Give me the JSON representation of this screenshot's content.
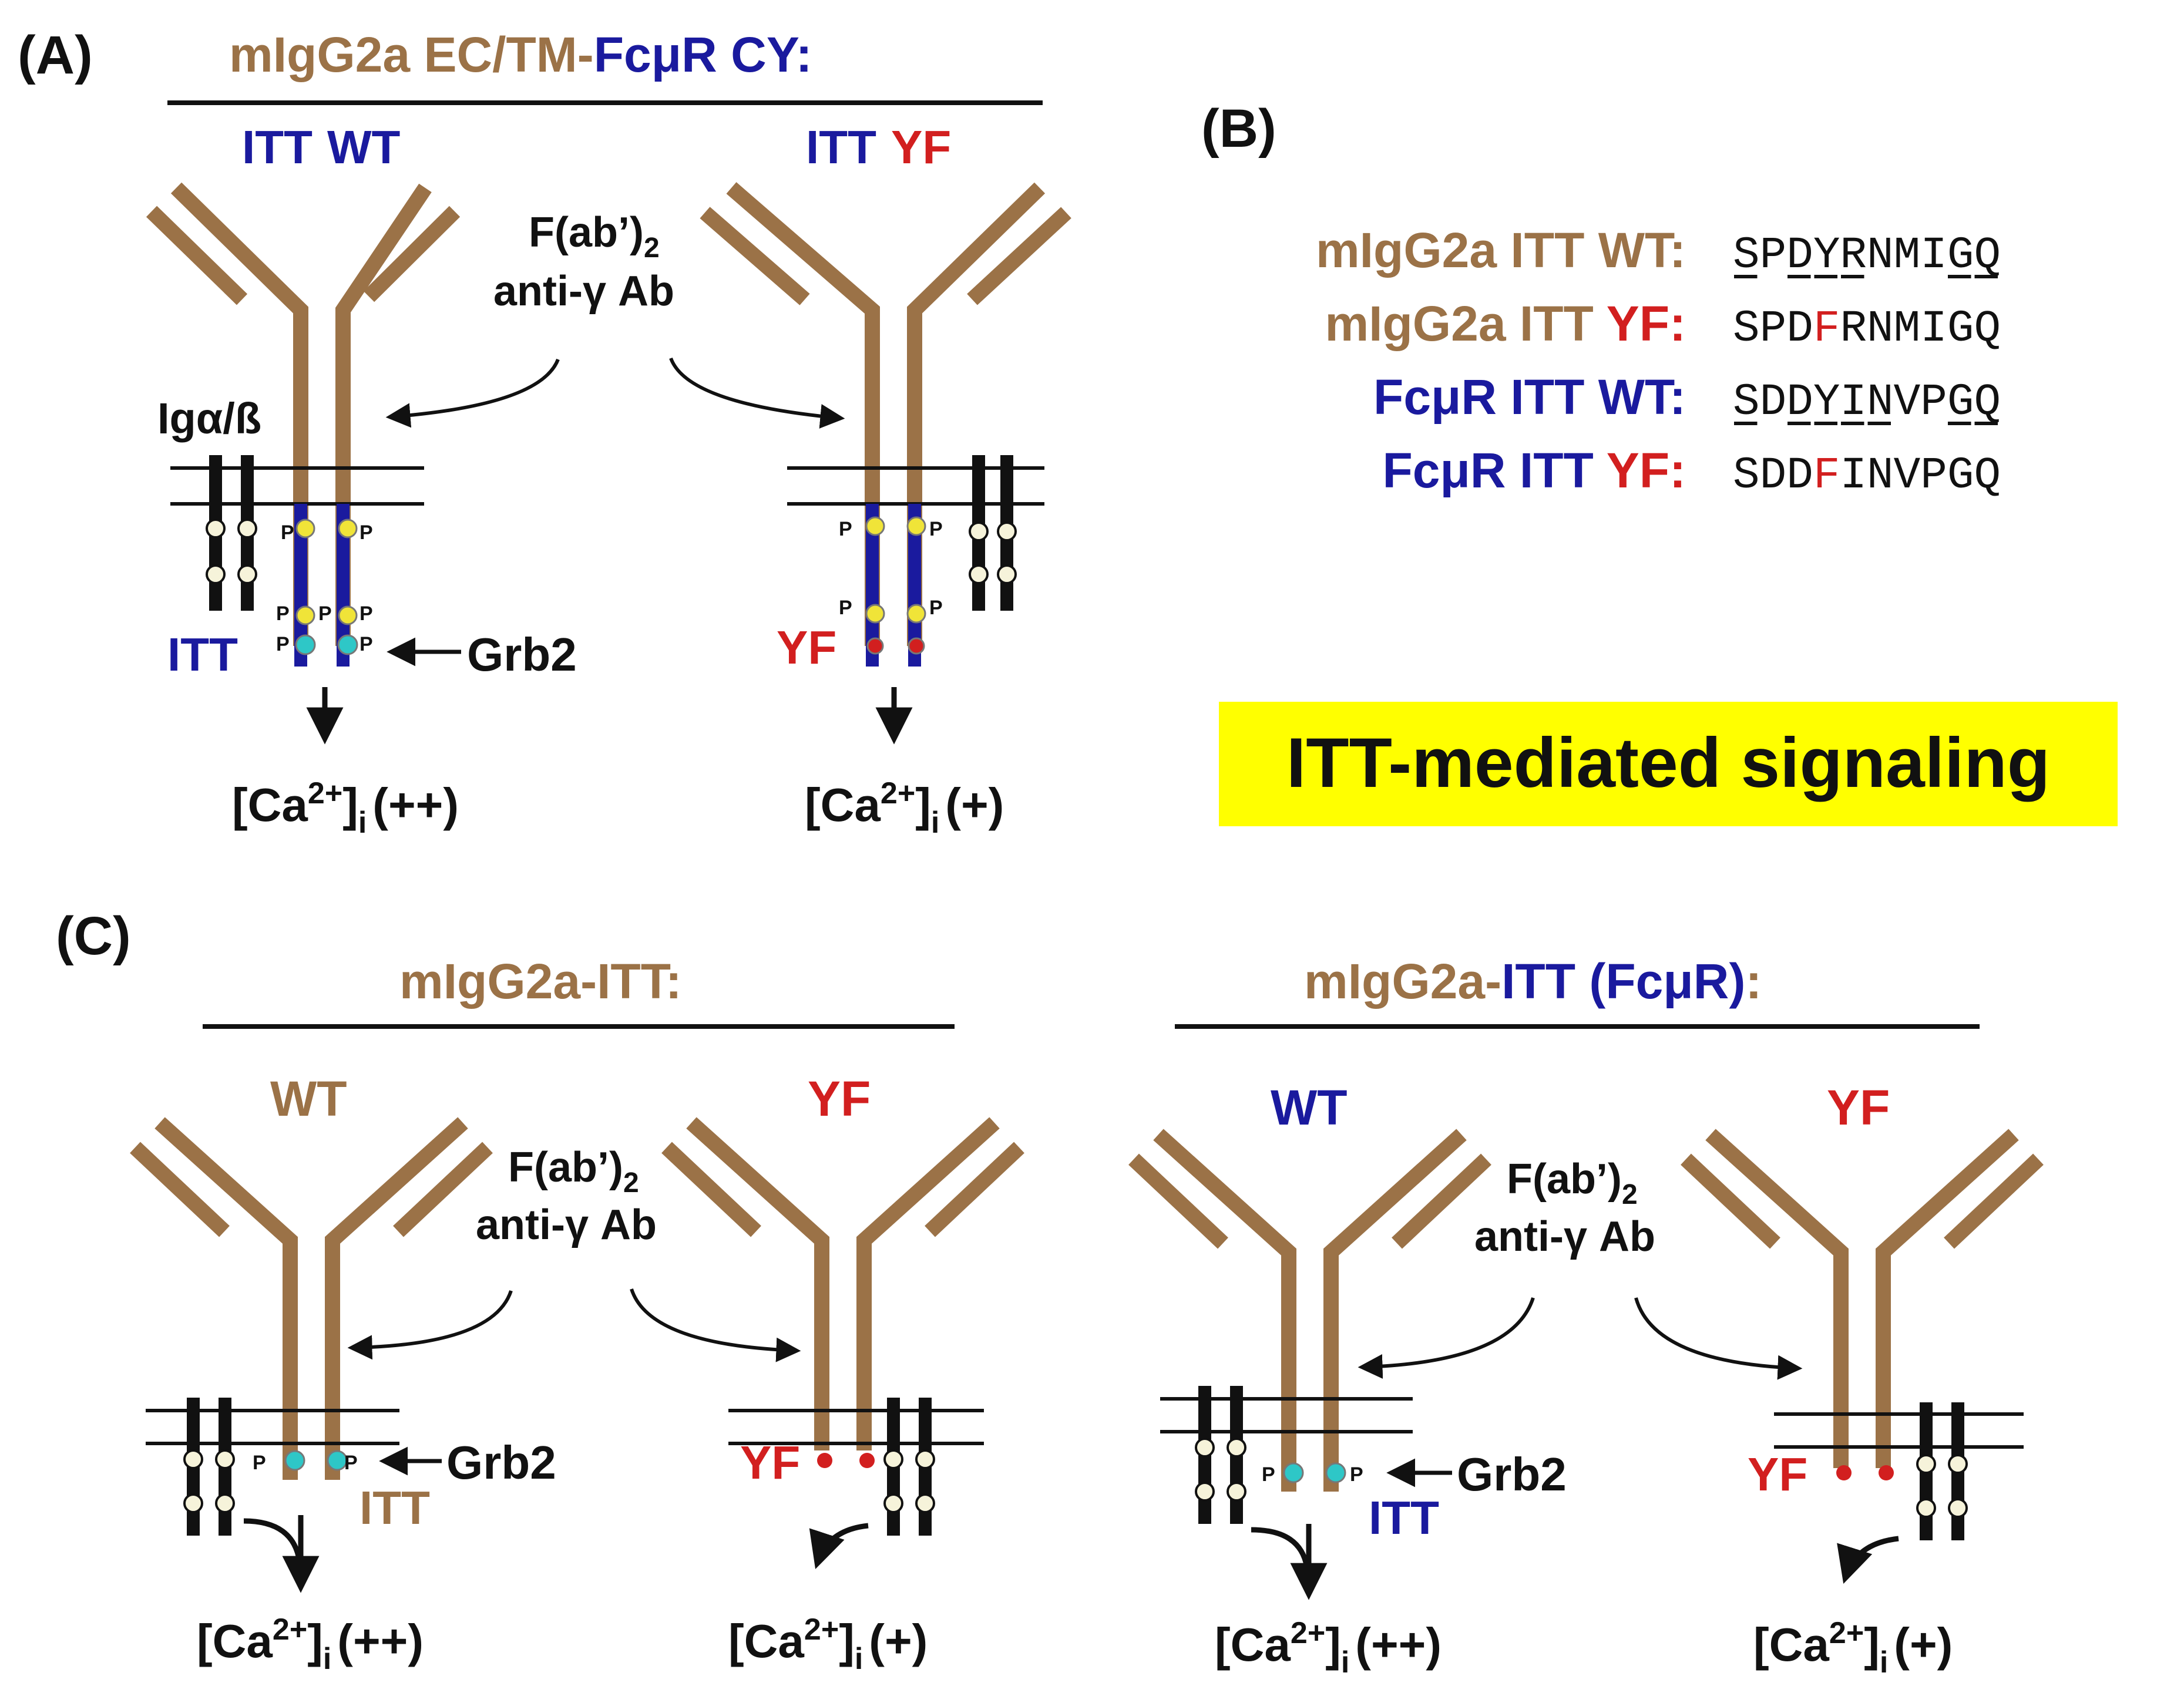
{
  "colors": {
    "brown": "#9b7247",
    "navy": "#1a1a9e",
    "red": "#d21f1f",
    "black": "#111111",
    "teal": "#2ec7c7",
    "yellow": "#f0e438",
    "cream": "#f6f3da",
    "highlight": "#ffff00"
  },
  "panelA": {
    "label": "(A)",
    "title_brown": "mIgG2a EC/TM-",
    "title_blue": "FcμR CY:",
    "left_head_1": "ITT",
    "left_head_2": "WT",
    "right_head_1": "ITT",
    "right_head_2": "YF",
    "anti_line1": "F(ab’)",
    "anti_sub": "2",
    "anti_line2": "anti-γ Ab",
    "iga": "Igα/ß",
    "itt": "ITT",
    "yf": "YF",
    "grb2": "Grb2",
    "p": "P",
    "ca_left_a": "[Ca",
    "ca_left_sup": "2+",
    "ca_left_b": "]",
    "ca_left_sub": "i",
    "ca_left_c": "(++)",
    "ca_right_a": "[Ca",
    "ca_right_sup": "2+",
    "ca_right_b": "]",
    "ca_right_sub": "i",
    "ca_right_c": "(+)"
  },
  "panelB": {
    "label": "(B)",
    "rows": [
      {
        "name": "mIgG2a ITT ",
        "tag": "WT:",
        "name_color": "brown",
        "tag_color": "brown",
        "seq_pre": "SPDYRNMIGQ",
        "mut": "",
        "seq_post": ""
      },
      {
        "name": "mIgG2a ITT ",
        "tag": "YF:",
        "name_color": "brown",
        "tag_color": "red",
        "seq_pre": "SPD",
        "mut": "F",
        "seq_post": "RNMIGQ"
      },
      {
        "name": "FcμR ITT ",
        "tag": "WT:",
        "name_color": "navy",
        "tag_color": "navy",
        "seq_pre": "SDDYINVPGQ",
        "mut": "",
        "seq_post": ""
      },
      {
        "name": "FcμR ITT ",
        "tag": "YF:",
        "name_color": "navy",
        "tag_color": "red",
        "seq_pre": "SDD",
        "mut": "F",
        "seq_post": "INVPGQ"
      }
    ]
  },
  "banner": "ITT-mediated signaling",
  "panelC": {
    "label": "(C)",
    "left_title_brown": "mIgG2a-ITT:",
    "right_title_brown": "mIgG2a-",
    "right_title_blue": "ITT (FcμR)",
    "right_title_end": ":",
    "wt": "WT",
    "yf": "YF",
    "anti_line1": "F(ab’)",
    "anti_sub": "2",
    "anti_line2": "anti-γ Ab",
    "grb2": "Grb2",
    "itt": "ITT",
    "p": "P",
    "ca_a": "[Ca",
    "ca_sup": "2+",
    "ca_b": "]",
    "ca_sub": "i",
    "ca_plus2": "(++)",
    "ca_plus1": "(+)"
  }
}
